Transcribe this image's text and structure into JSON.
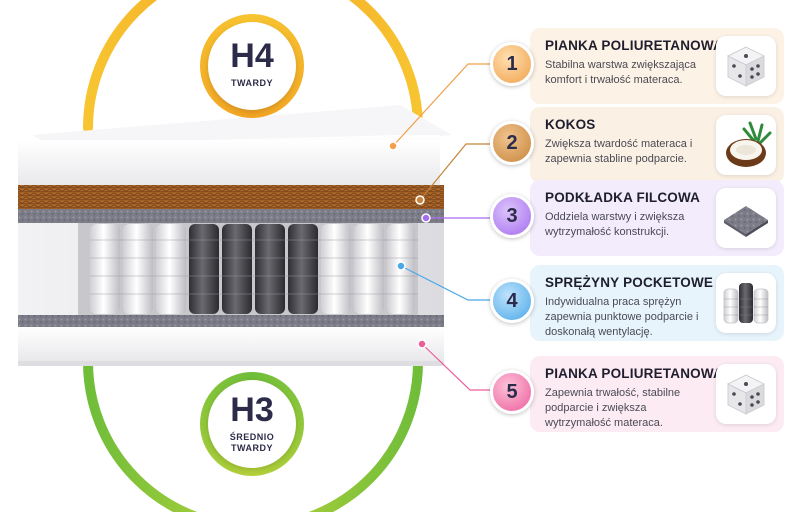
{
  "badges": {
    "top": {
      "grade": "H4",
      "label": "TWARDY",
      "color": "#f5a623"
    },
    "bottom": {
      "grade": "H3",
      "label_line1": "ŚREDNIO",
      "label_line2": "TWARDY",
      "color": "#8cc63f"
    }
  },
  "layers": [
    {
      "number": "1",
      "title": "PIANKA POLIURETANOWA",
      "description": "Stabilna warstwa zwiększająca komfort i trwałość materaca.",
      "accent": "#f0a04b",
      "panel": "#fdf2e6",
      "icon": "foam-cube-icon"
    },
    {
      "number": "2",
      "title": "KOKOS",
      "description": "Zwiększa twardość materaca i zapewnia stabline podparcie.",
      "accent": "#c8843a",
      "panel": "#faf0e4",
      "icon": "coconut-icon"
    },
    {
      "number": "3",
      "title": "PODKŁADKA FILCOWA",
      "description": "Oddziela warstwy i zwiększa wytrzymałość konstrukcji.",
      "accent": "#a56cf0",
      "panel": "#f3ecfc",
      "icon": "felt-pad-icon"
    },
    {
      "number": "4",
      "title": "SPRĘŻYNY POCKETOWE",
      "description": "Indywidualna praca sprężyn zapewnia punktowe podparcie i doskonałą wentylację.",
      "accent": "#4aa8e8",
      "panel": "#e8f4fc",
      "icon": "pocket-springs-icon"
    },
    {
      "number": "5",
      "title": "PIANKA POLIURETANOWA",
      "description": "Zapewnia trwałość, stabilne podparcie i zwiększa wytrzymałość materaca.",
      "accent": "#ee5c9a",
      "panel": "#fcebf3",
      "icon": "foam-cube-icon"
    }
  ]
}
